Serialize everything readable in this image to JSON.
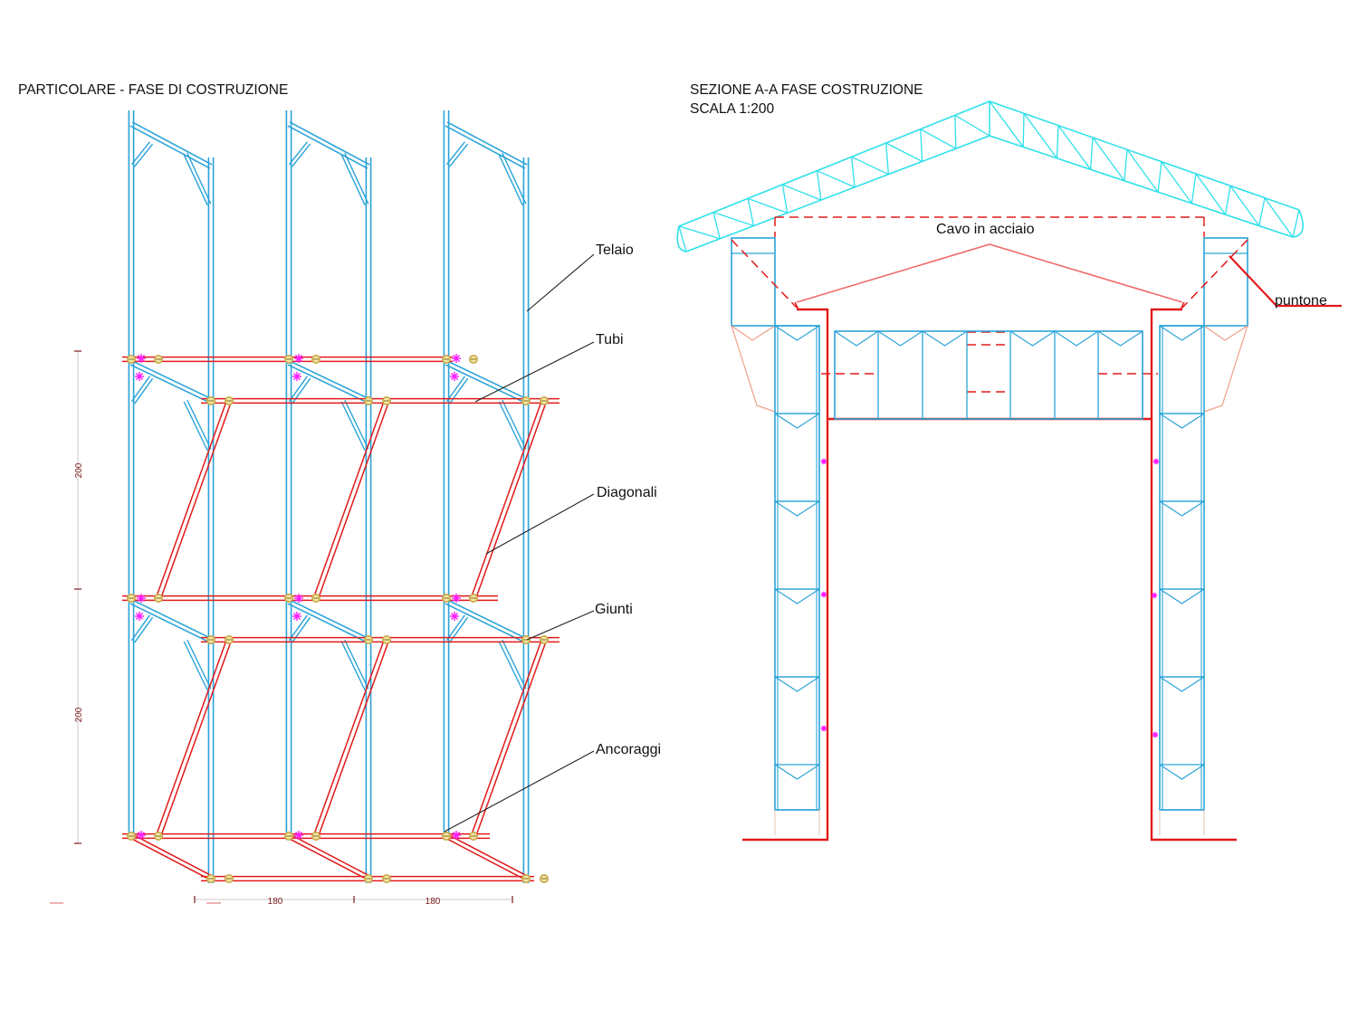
{
  "left_drawing": {
    "title": "PARTICOLARE - FASE DI COSTRUZIONE",
    "callouts": [
      "Telaio",
      "Tubi",
      "Diagonali",
      "Giunti",
      "Ancoraggi"
    ],
    "dimensions": {
      "vertical": [
        "200",
        "200"
      ],
      "horizontal": [
        "180",
        "180"
      ]
    }
  },
  "right_drawing": {
    "title": "SEZIONE A-A FASE COSTRUZIONE",
    "scale": "SCALA 1:200",
    "cable_label": "Cavo in acciaio",
    "strut_label": "puntone"
  },
  "colors": {
    "frame": "#2aa3d8",
    "tube": "#e11a1a",
    "roof": "#2fe0ea",
    "joint": "#c8a94a",
    "anchor": "#ff1aff",
    "cable": "#f06a6a"
  }
}
